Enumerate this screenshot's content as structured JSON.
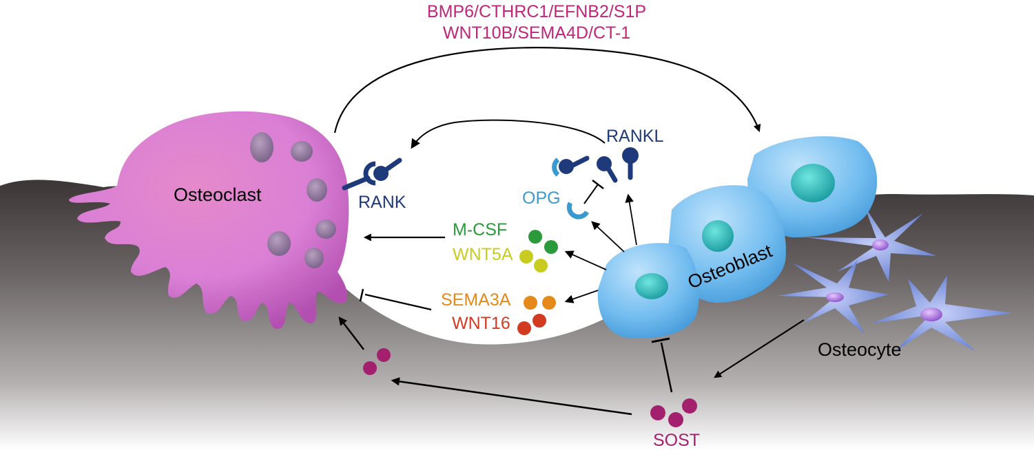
{
  "top_signals": {
    "line1": "BMP6/CTHRC1/EFNB2/S1P",
    "line2": "WNT10B/SEMA4D/CT-1"
  },
  "cells": {
    "osteoclast": "Osteoclast",
    "osteoblast": "Osteoblast",
    "osteocyte": "Osteocyte"
  },
  "factors": {
    "rank": "RANK",
    "rankl": "RANKL",
    "opg": "OPG",
    "mcsf": "M-CSF",
    "wnt5a": "WNT5A",
    "sema3a": "SEMA3A",
    "wnt16": "WNT16",
    "sost": "SOST"
  },
  "colors": {
    "top_signals": "#c0257a",
    "rank_rankl": "#1f3a7a",
    "opg": "#3a9ad0",
    "mcsf": "#2a9a3a",
    "wnt5a": "#c8cc20",
    "sema3a": "#e58a1a",
    "wnt16": "#d23a22",
    "sost": "#a3206e",
    "osteoclast": "#d97ad3",
    "osteoblast": "#6cb6e8",
    "osteocyte": "#6e82d6"
  }
}
